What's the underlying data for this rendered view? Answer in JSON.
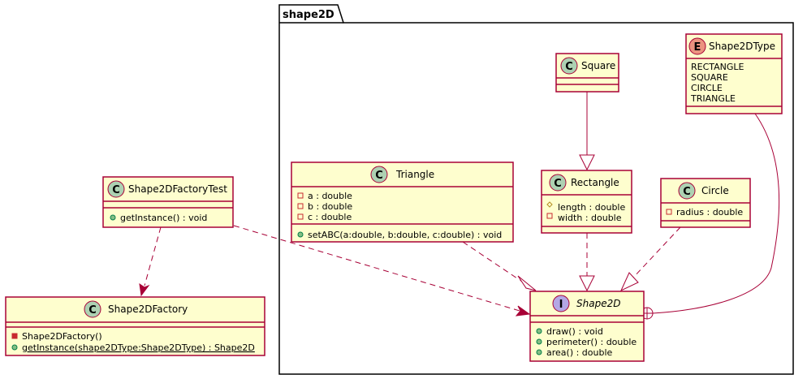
{
  "package": {
    "name": "shape2D"
  },
  "classes": {
    "square": {
      "name": "Square",
      "kind": "C"
    },
    "shape2dtype": {
      "name": "Shape2DType",
      "kind": "E",
      "values": [
        "RECTANGLE",
        "SQUARE",
        "CIRCLE",
        "TRIANGLE"
      ]
    },
    "triangle": {
      "name": "Triangle",
      "kind": "C",
      "fields": [
        {
          "vis": "-",
          "text": "a : double"
        },
        {
          "vis": "-",
          "text": "b : double"
        },
        {
          "vis": "-",
          "text": "c : double"
        }
      ],
      "methods": [
        {
          "vis": "+",
          "text": "setABC(a:double, b:double, c:double) : void"
        }
      ]
    },
    "rectangle": {
      "name": "Rectangle",
      "kind": "C",
      "fields": [
        {
          "vis": "#",
          "text": "length : double"
        },
        {
          "vis": "-",
          "text": "width : double"
        }
      ]
    },
    "circle": {
      "name": "Circle",
      "kind": "C",
      "fields": [
        {
          "vis": "-",
          "text": "radius : double"
        }
      ]
    },
    "shape2d": {
      "name": "Shape2D",
      "kind": "I",
      "methods": [
        {
          "vis": "+",
          "text": "draw() : void"
        },
        {
          "vis": "+",
          "text": "perimeter() : double"
        },
        {
          "vis": "+",
          "text": "area() : double"
        }
      ]
    },
    "factorytest": {
      "name": "Shape2DFactoryTest",
      "kind": "C",
      "methods": [
        {
          "vis": "+",
          "text": "getInstance() : void"
        }
      ]
    },
    "factory": {
      "name": "Shape2DFactory",
      "kind": "C",
      "methods": [
        {
          "vis": "-",
          "text": "Shape2DFactory()"
        },
        {
          "vis": "+",
          "text": "getInstance(shape2DType:Shape2DType) : Shape2D",
          "static": true
        }
      ]
    }
  },
  "colors": {
    "border": "#A80036",
    "fill": "#FEFECE",
    "class_badge": "#ADD1B2",
    "enum_badge": "#EB937F",
    "interface_badge": "#B4A7E5",
    "private_marker": "#C82930",
    "public_marker": "#84BE84",
    "protected_marker": "#FFFF44"
  }
}
